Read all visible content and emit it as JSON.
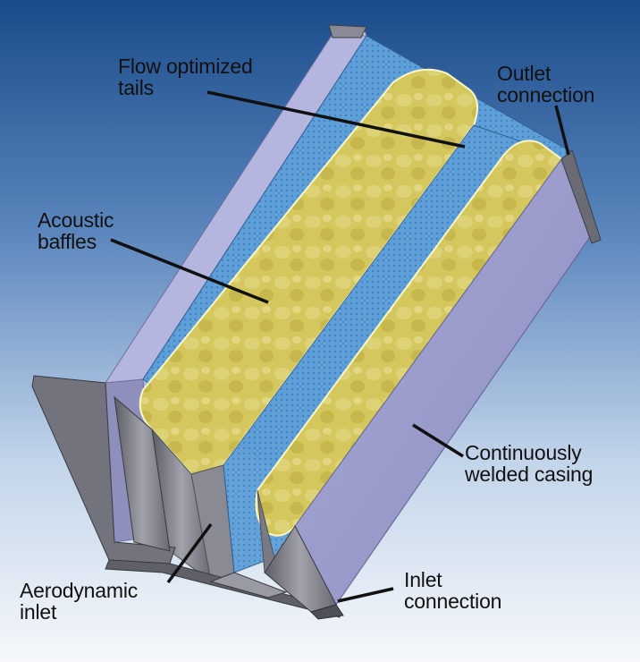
{
  "labels": {
    "flow_tails": [
      "Flow optimized",
      "tails"
    ],
    "outlet": [
      "Outlet",
      "connection"
    ],
    "acoustic": [
      "Acoustic",
      "baffles"
    ],
    "casing": [
      "Continuously",
      "welded casing"
    ],
    "inlet_connection": [
      "Inlet",
      "connection"
    ],
    "aero_inlet": [
      "Aerodynamic",
      "inlet"
    ]
  },
  "colors": {
    "background_top": "#1d4f8c",
    "background_bottom": "#f4f7fb",
    "baffle_fill": "#d6ca62",
    "baffle_edge": "#f3eeb4",
    "perforated_blue": "#5e9fd8",
    "casing_lavender": "#9a9ccc",
    "frame_grey": "#7c7c86"
  }
}
